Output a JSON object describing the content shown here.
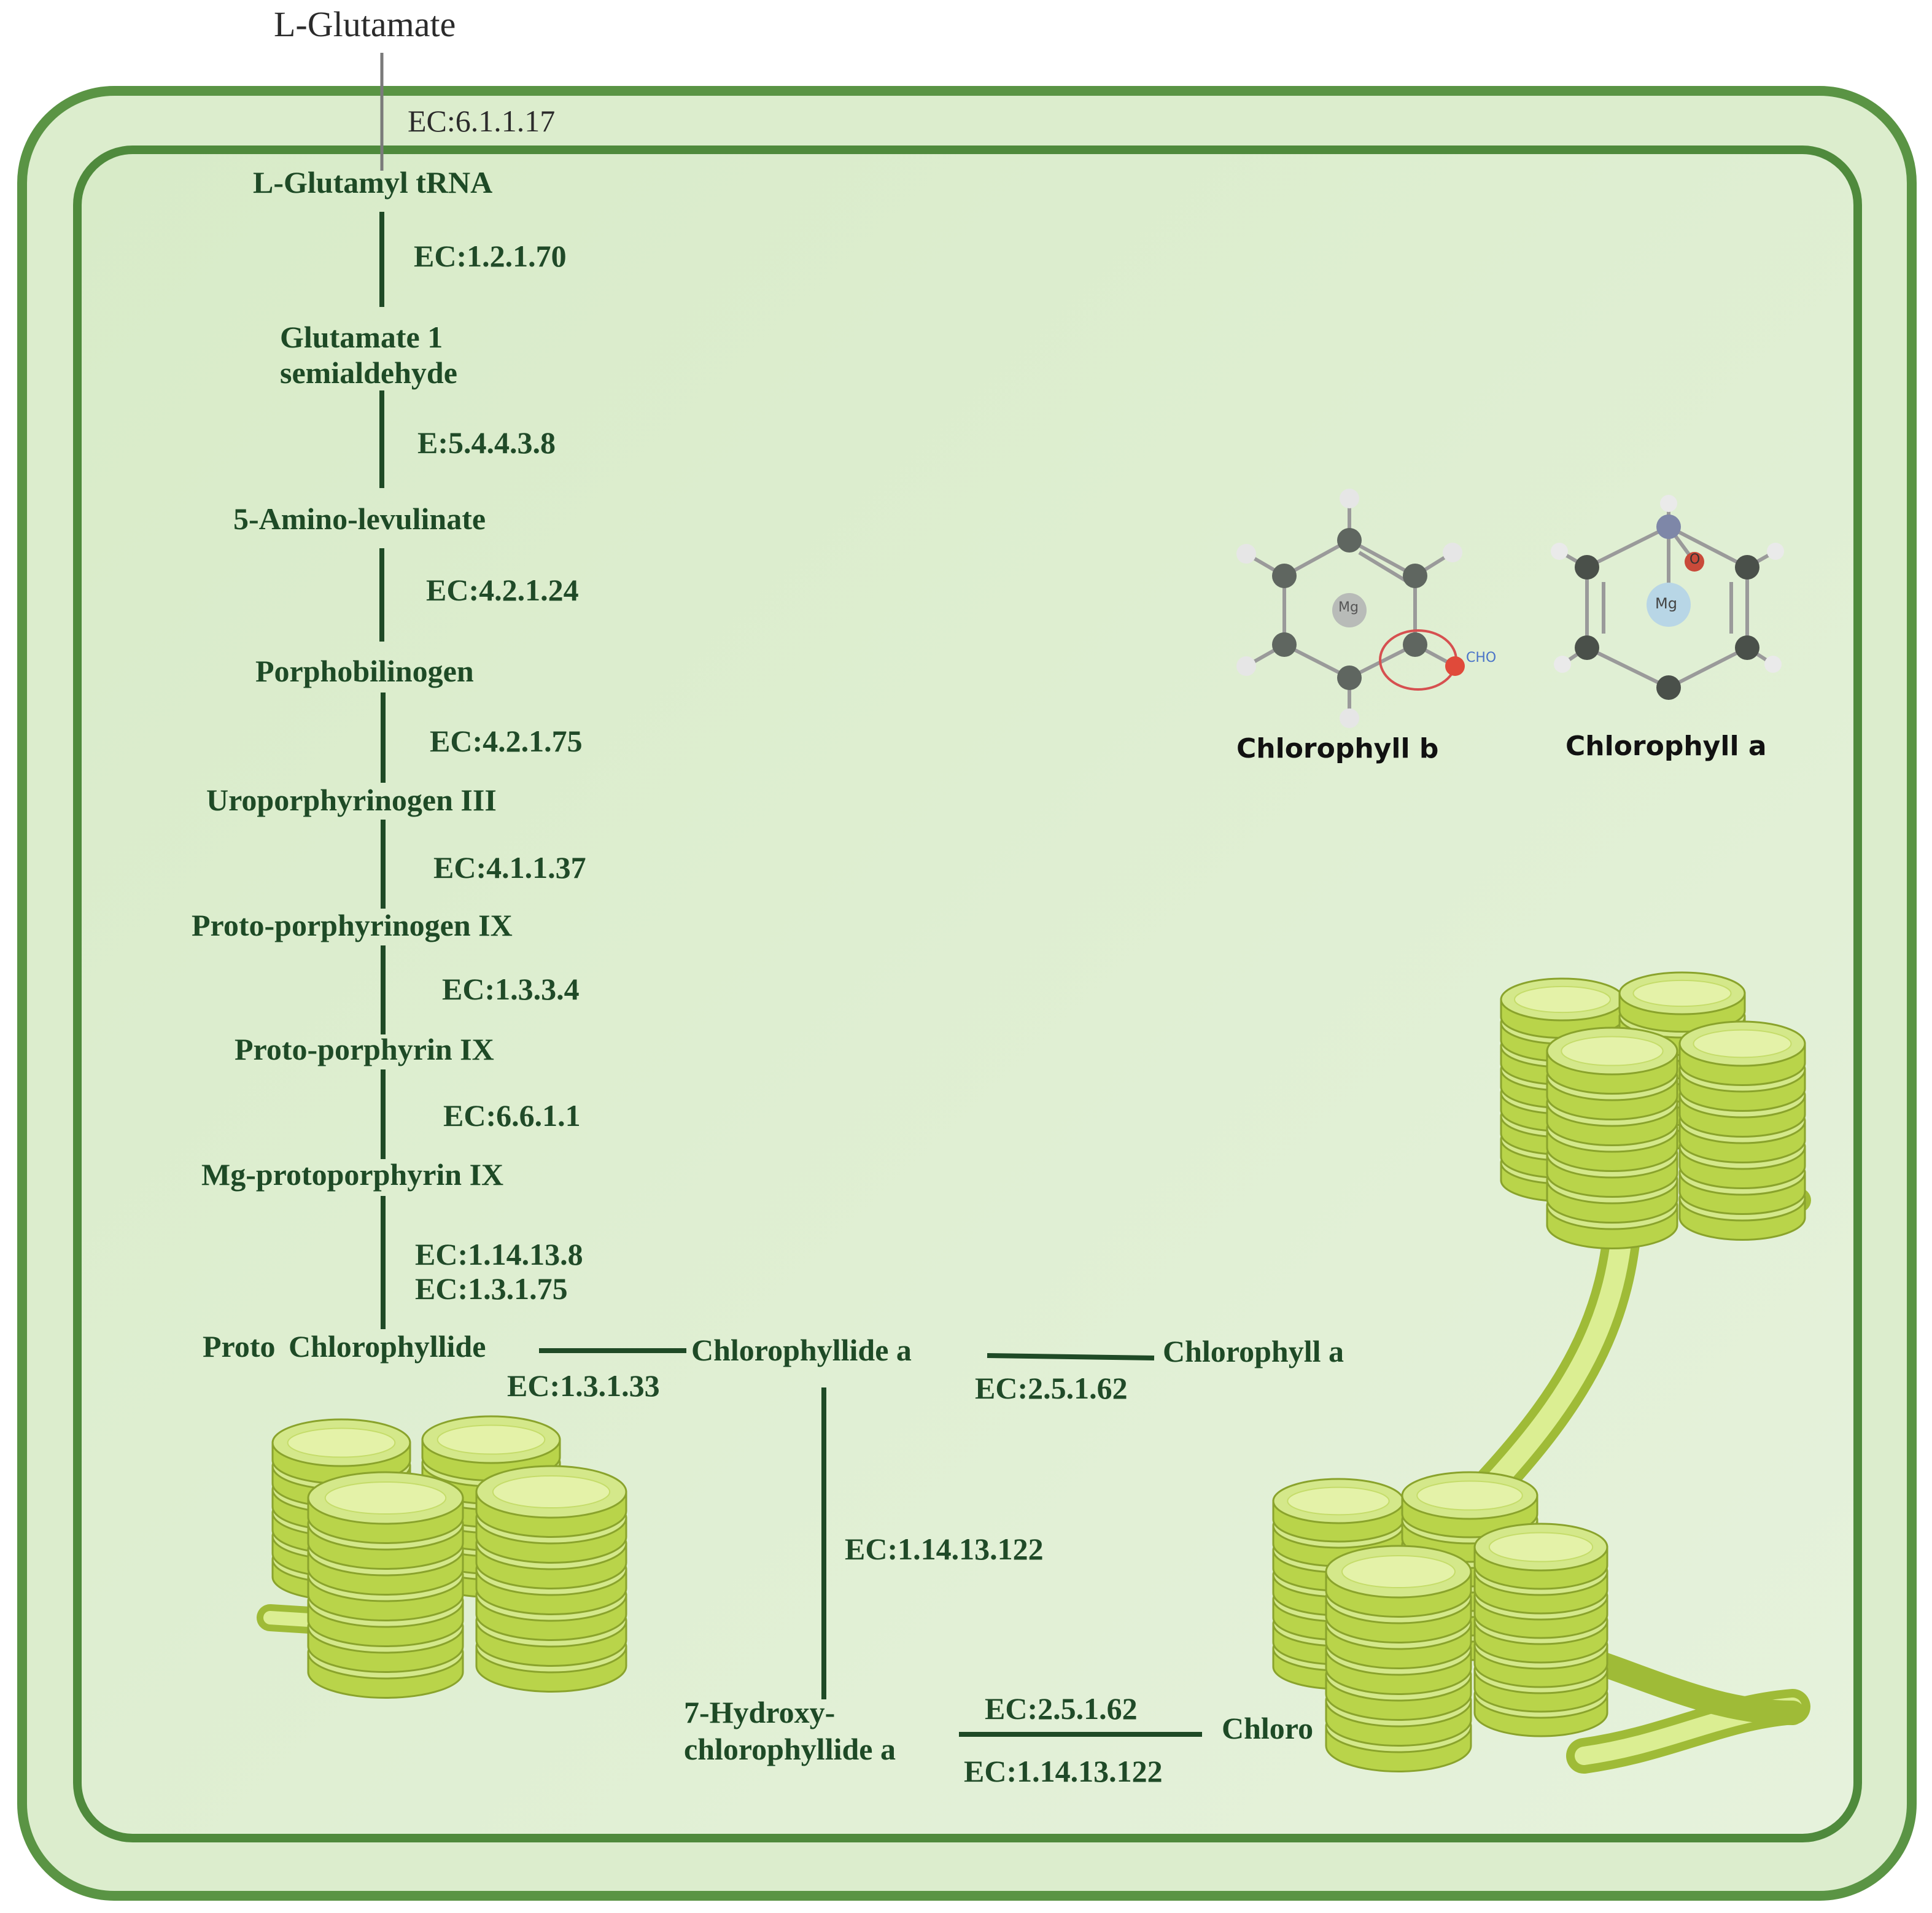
{
  "colors": {
    "membrane": "#5a9444",
    "stroma": "#e2f0d6",
    "line": "#1f4a26",
    "text": "#1e4a26",
    "granum_top": "#d4e88a",
    "granum_side": "#b9d44a",
    "granum_edge": "#8aa32c"
  },
  "pathway": {
    "start": "L-Glutamate",
    "steps": [
      {
        "compound": "L-Glutamyl tRNA",
        "ec": "EC:6.1.1.17"
      },
      {
        "compound_line1": "Glutamate 1",
        "compound_line2": "semialdehyde",
        "ec": "EC:1.2.1.70"
      },
      {
        "compound": "5-Amino-levulinate",
        "ec": "E:5.4.4.3.8"
      },
      {
        "compound": "Porphobilinogen",
        "ec": "EC:4.2.1.24"
      },
      {
        "compound": "Uroporphyrinogen III",
        "ec": "EC:4.2.1.75"
      },
      {
        "compound": "Proto-porphyrinogen IX",
        "ec": "EC:4.1.1.37"
      },
      {
        "compound": "Proto-porphyrin IX",
        "ec": "EC:1.3.3.4"
      },
      {
        "compound": "Mg-protoporphyrin IX",
        "ec": "EC:6.6.1.1"
      },
      {
        "compound_prefix": "Proto",
        "compound": "Chlorophyllide",
        "ec_line1": "EC:1.14.13.8",
        "ec_line2": "EC:1.3.1.75"
      }
    ],
    "chlorophyllide_a": "Chlorophyllide a",
    "ec_to_chlorophyllide_a": "EC:1.3.1.33",
    "chlorophyll_a": "Chlorophyll a",
    "ec_to_chlorophyll_a": "EC:2.5.1.62",
    "ec_to_hydroxy": "EC:1.14.13.122",
    "hydroxy_line1": "7-Hydroxy-",
    "hydroxy_line2": "chlorophyllide a",
    "ec_to_chlorophyll_b_top": "EC:2.5.1.62",
    "ec_to_chlorophyll_b_bottom": "EC:1.14.13.122",
    "chlorophyll_b_partial": "Chloro"
  },
  "molecules": {
    "left": {
      "caption": "Chlorophyll b",
      "center_atom": "Mg",
      "group": "CHO"
    },
    "right": {
      "caption": "Chlorophyll a",
      "center_atom": "Mg",
      "o_atom": "O"
    }
  }
}
